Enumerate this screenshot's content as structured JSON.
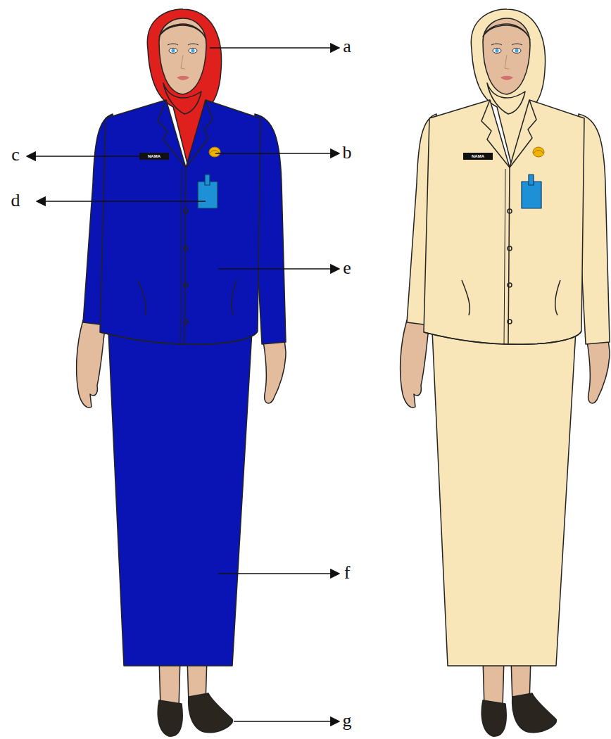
{
  "diagram": {
    "labels": [
      "a",
      "b",
      "c",
      "d",
      "e",
      "f",
      "g",
      "NAMA",
      "NAMA"
    ]
  }
}
